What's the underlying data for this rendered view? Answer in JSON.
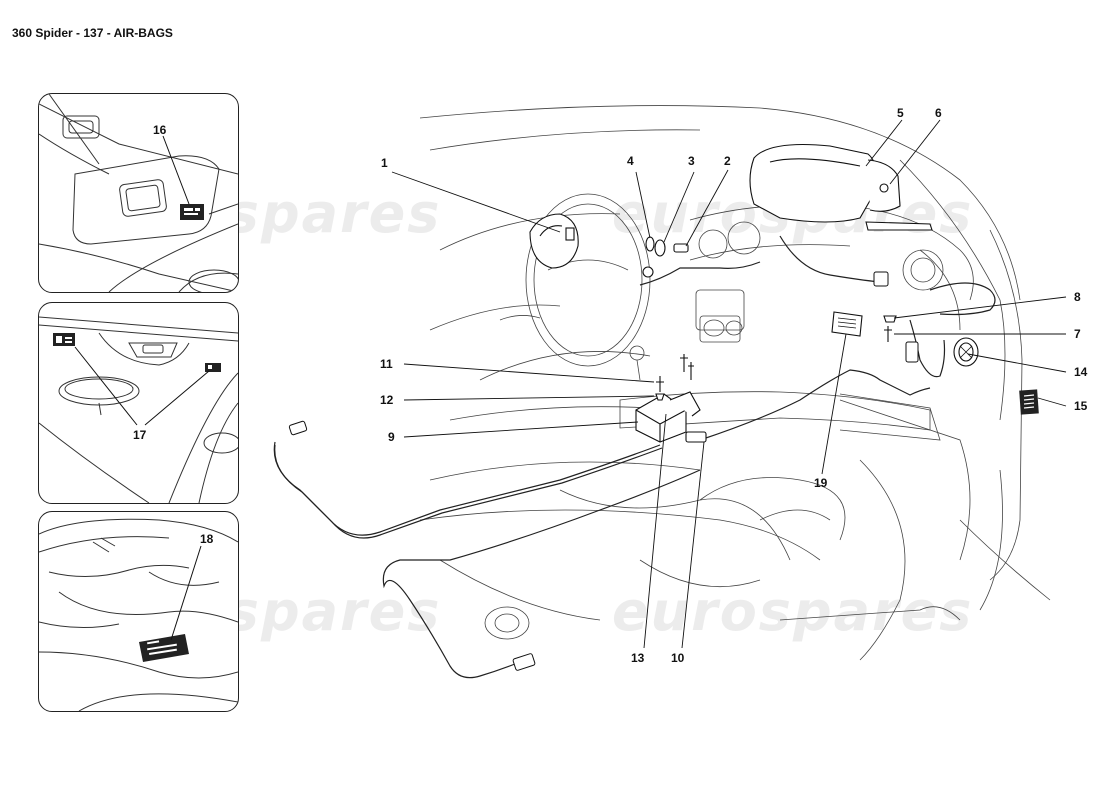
{
  "title": "360 Spider - 137 - AIR-BAGS",
  "watermark": "eurospares",
  "panels": [
    {
      "callouts": [
        "16"
      ]
    },
    {
      "callouts": [
        "17"
      ]
    },
    {
      "callouts": [
        "18"
      ]
    }
  ],
  "callouts": [
    "1",
    "2",
    "3",
    "4",
    "5",
    "6",
    "7",
    "8",
    "9",
    "10",
    "11",
    "12",
    "13",
    "14",
    "15",
    "19"
  ]
}
